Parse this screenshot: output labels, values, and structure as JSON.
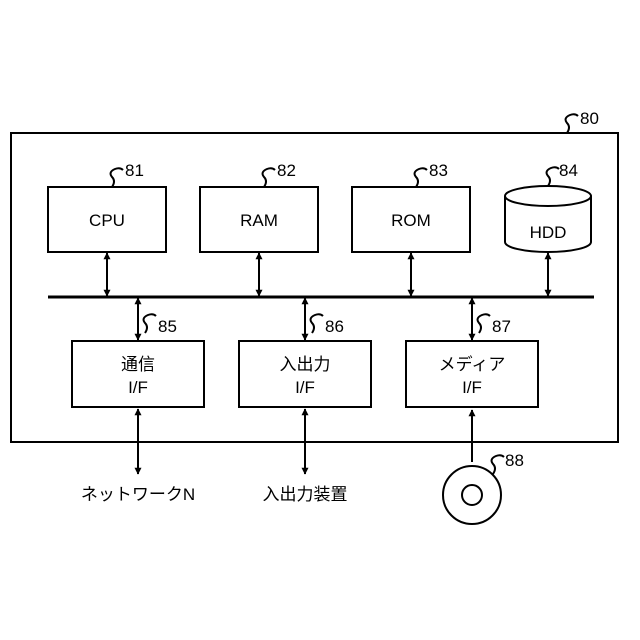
{
  "computer": {
    "ref": "80"
  },
  "cpu": {
    "ref": "81",
    "label": "CPU"
  },
  "ram": {
    "ref": "82",
    "label": "RAM"
  },
  "rom": {
    "ref": "83",
    "label": "ROM"
  },
  "hdd": {
    "ref": "84",
    "label": "HDD"
  },
  "comm_if": {
    "ref": "85",
    "line1": "通信",
    "line2": "I/F"
  },
  "io_if": {
    "ref": "86",
    "line1": "入出力",
    "line2": "I/F"
  },
  "media_if": {
    "ref": "87",
    "line1": "メディア",
    "line2": "I/F"
  },
  "media": {
    "ref": "88"
  },
  "external": {
    "network": "ネットワークN",
    "io_device": "入出力装置"
  }
}
